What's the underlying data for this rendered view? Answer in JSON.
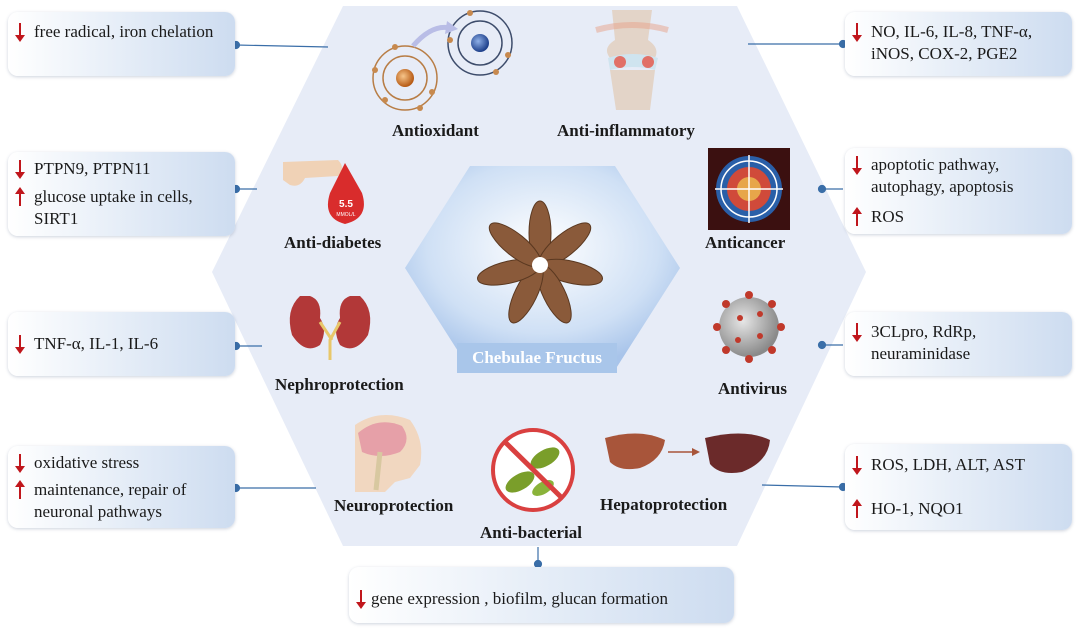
{
  "center": {
    "label": "Chebulae Fructus"
  },
  "activities": {
    "antioxidant": "Antioxidant",
    "anti_inflammatory": "Anti-inflammatory",
    "anti_diabetes": "Anti-diabetes",
    "anticancer": "Anticancer",
    "nephroprotection": "Nephroprotection",
    "antivirus": "Antivirus",
    "neuroprotection": "Neuroprotection",
    "hepatoprotection": "Hepatoprotection",
    "anti_bacterial": "Anti-bacterial",
    "glucose_reading": "5.5",
    "glucose_unit": "MMOL/L"
  },
  "boxes": {
    "antioxidant": {
      "down": "free radical, iron chelation"
    },
    "anti_inflammatory": {
      "down": "NO, IL-6, IL-8, TNF-α, iNOS, COX-2, PGE2"
    },
    "anti_diabetes": {
      "down": "PTPN9, PTPN11",
      "up": "glucose uptake in cells, SIRT1"
    },
    "anticancer": {
      "down": "apoptotic pathway, autophagy, apoptosis",
      "up": "ROS"
    },
    "nephroprotection": {
      "down": "TNF-α, IL-1, IL-6"
    },
    "antivirus": {
      "down": "3CLpro, RdRp, neuraminidase"
    },
    "neuroprotection": {
      "down": "oxidative stress",
      "up": "maintenance, repair of neuronal pathways"
    },
    "hepatoprotection": {
      "down": "ROS, LDH, ALT, AST",
      "up": "HO-1, NQO1"
    },
    "anti_bacterial": {
      "down": "gene expression , biofilm,  glucan formation"
    }
  },
  "colors": {
    "arrow": "#c0161c",
    "hexagon": "#e7ecf7",
    "connector": "#3a6ea8"
  }
}
